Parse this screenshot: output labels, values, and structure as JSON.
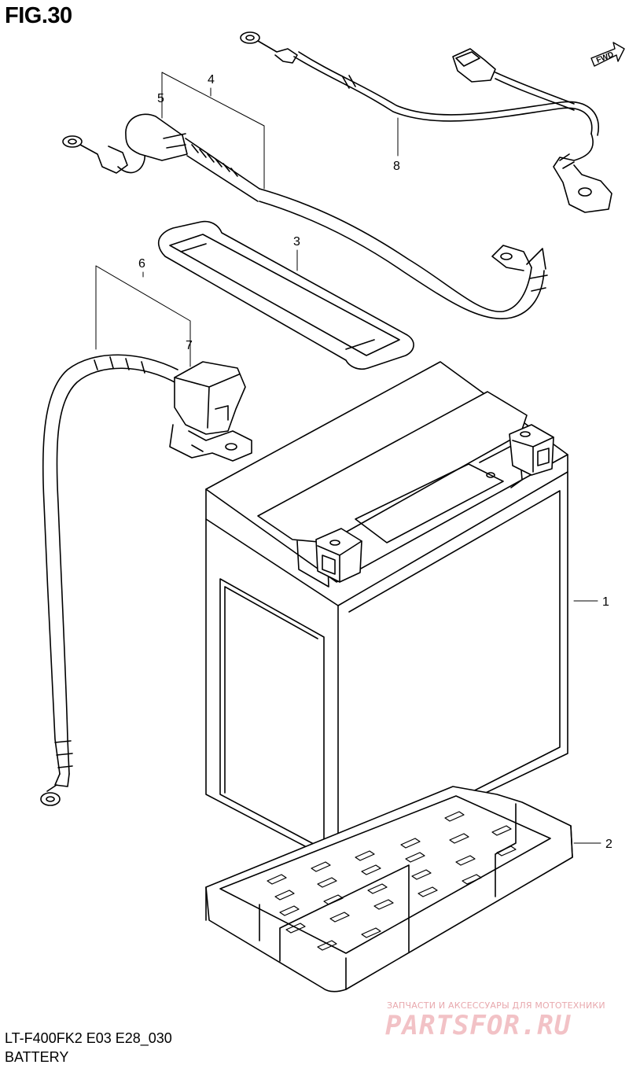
{
  "figure": {
    "title": "FIG.30",
    "model_code": "LT-F400FK2 E03 E28_030",
    "section_name": "BATTERY"
  },
  "direction_marker": {
    "label": "FWD",
    "icon": "forward-arrow-icon"
  },
  "callouts": [
    {
      "number": "1",
      "part": "battery"
    },
    {
      "number": "2",
      "part": "battery-tray"
    },
    {
      "number": "3",
      "part": "battery-band"
    },
    {
      "number": "4",
      "part": "positive-cable"
    },
    {
      "number": "5",
      "part": "terminal-cover"
    },
    {
      "number": "6",
      "part": "negative-cable"
    },
    {
      "number": "7",
      "part": "terminal-cover"
    },
    {
      "number": "8",
      "part": "harness-lead"
    }
  ],
  "watermark": {
    "tagline": "ЗАПЧАСТИ И АКСЕССУАРЫ ДЛЯ МОТОТЕХНИКИ",
    "brand": "PARTSFOR.RU",
    "color": "#f2c2c6"
  }
}
